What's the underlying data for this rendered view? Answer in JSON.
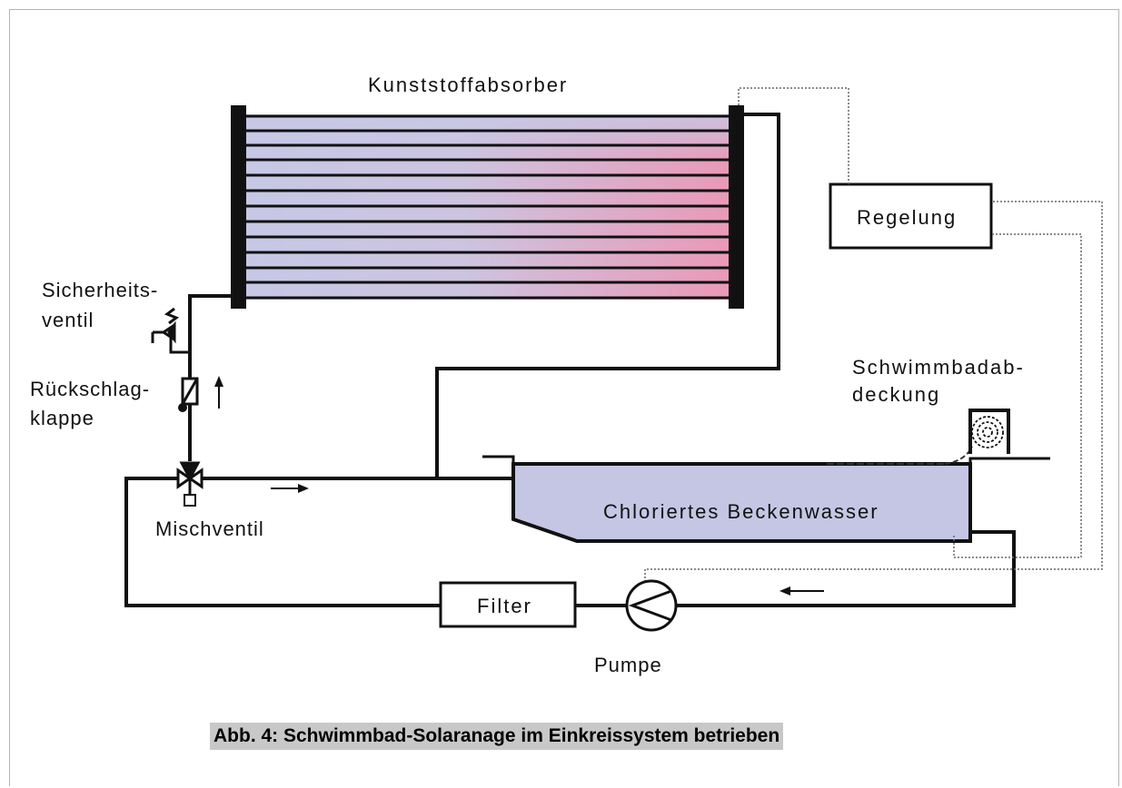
{
  "labels": {
    "absorber": "Kunststoffabsorber",
    "controller": "Regelung",
    "safety_valve_line1": "Sicherheits-",
    "safety_valve_line2": "ventil",
    "check_valve_line1": "Rückschlag-",
    "check_valve_line2": "klappe",
    "mixing_valve": "Mischventil",
    "pool_cover_line1": "Schwimmbadab-",
    "pool_cover_line2": "deckung",
    "pool_water": "Chloriertes Beckenwasser",
    "filter": "Filter",
    "pump": "Pumpe"
  },
  "caption": "Abb. 4: Schwimmbad-Solaranage im Einkreissystem betrieben",
  "colors": {
    "pipe": "#111111",
    "absorber_cool": "#c4c6e4",
    "absorber_warm": "#e89ab8",
    "pool_water": "#c4c6e4",
    "caption_bg": "#c8c8c8"
  },
  "icons": {
    "flow_arrows": "arrow-icon",
    "pump": "pump-icon",
    "cover_roll": "spiral-icon"
  }
}
